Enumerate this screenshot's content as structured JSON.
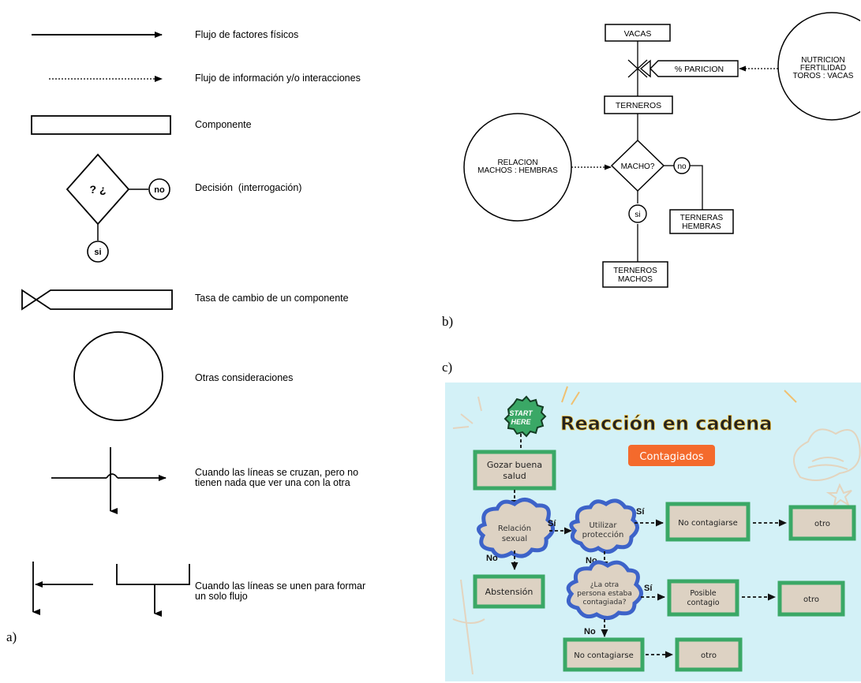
{
  "labels": {
    "a": "a)",
    "b": "b)",
    "c": "c)"
  },
  "legend": {
    "physical_flow": "Flujo de factores físicos",
    "info_flow": "Flujo de información y/o interacciones",
    "component": "Componente",
    "decision": "Decisión  (interrogación)",
    "decision_symbol": "? ¿",
    "no": "no",
    "si": "si",
    "rate": "Tasa de cambio de un componente",
    "other": "Otras consideraciones",
    "cross_1": "Cuando las líneas se cruzan, pero no",
    "cross_2": "tienen nada que ver una con la otra",
    "join_1": "Cuando las líneas se unen para formar",
    "join_2": "un solo flujo"
  },
  "diagram_b": {
    "vacas": "VACAS",
    "paricion": "% PARICION",
    "nutricion_1": "NUTRICION",
    "nutricion_2": "FERTILIDAD",
    "nutricion_3": "TOROS : VACAS",
    "terneros": "TERNEROS",
    "relacion_1": "RELACION",
    "relacion_2": "MACHOS : HEMBRAS",
    "macho": "MACHO?",
    "no": "no",
    "si": "si",
    "terneras_1": "TERNERAS",
    "terneras_2": "HEMBRAS",
    "terneros_m_1": "TERNEROS",
    "terneros_m_2": "MACHOS"
  },
  "diagram_c": {
    "start_1": "START",
    "start_2": "HERE",
    "title": "Reacción en cadena",
    "subtitle": "Contagiados",
    "gozar_1": "Gozar buena",
    "gozar_2": "salud",
    "relacion_1": "Relación",
    "relacion_2": "sexual",
    "utilizar_1": "Utilizar",
    "utilizar_2": "protección",
    "otra_1": "¿La otra",
    "otra_2": "persona estaba",
    "otra_3": "contagiada?",
    "si": "Sí",
    "no": "No",
    "no_contagiarse": "No contagiarse",
    "abstension": "Abstensión",
    "posible_1": "Posible",
    "posible_2": "contagio",
    "otro": "otro",
    "colors": {
      "background": "#d3f1f7",
      "green": "#3aa866",
      "blue": "#3d63c9",
      "orange": "#f46a2c",
      "box": "#ddd2c3"
    }
  }
}
